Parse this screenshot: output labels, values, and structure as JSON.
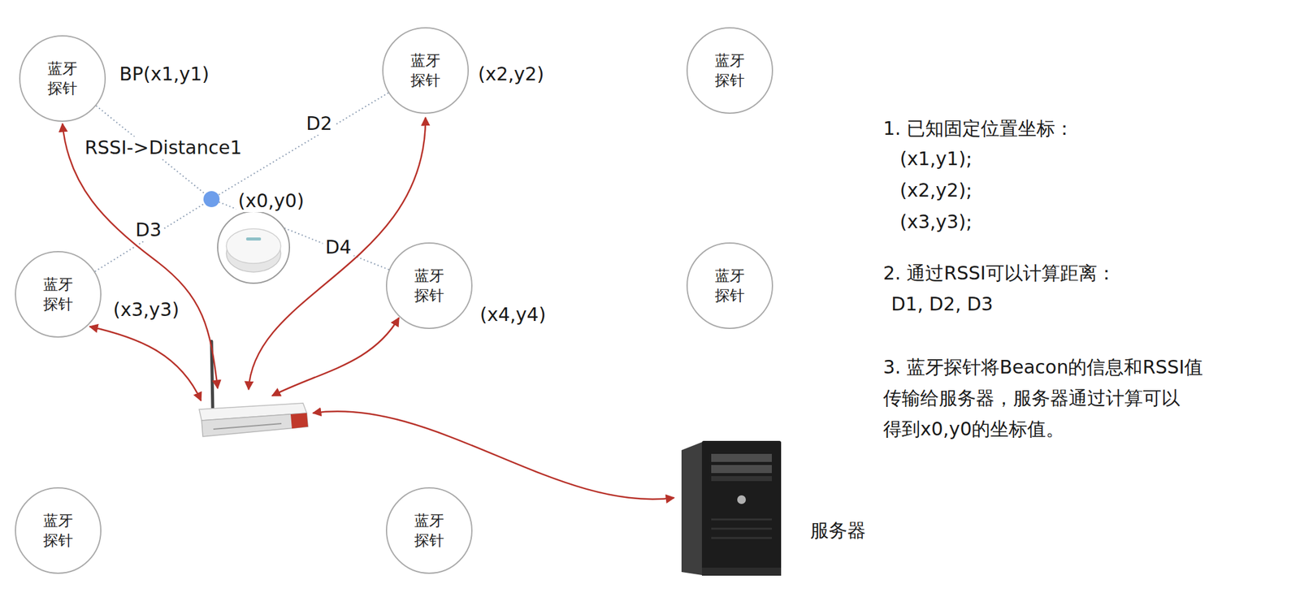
{
  "diagram": {
    "nodes": [
      {
        "text": [
          "蓝牙 探针",
          "BP(x1,y1)"
        ]
      },
      {
        "text": [
          "蓝牙 探针",
          "(x2,y2)"
        ]
      },
      {
        "text": [
          "蓝牙 探针"
        ]
      },
      {
        "text": [
          "(x0,y0)"
        ]
      },
      {
        "text": [
          "蓝牙 探针",
          "(x3,y3)"
        ]
      },
      {
        "text": [
          "蓝牙 探针",
          "(x4,y4)"
        ]
      },
      {
        "text": [
          "蓝牙 探针"
        ]
      },
      {
        "text": [
          "蓝牙 探针"
        ]
      },
      {
        "text": [
          "蓝牙 探针"
        ]
      },
      {
        "text": [
          "服务器"
        ]
      }
    ],
    "edges": [
      {
        "from": 0,
        "to": 3,
        "label": "RSSI->Distance1",
        "arrow": "none"
      },
      {
        "from": 1,
        "to": 3,
        "label": "D2",
        "arrow": "none"
      },
      {
        "from": 4,
        "to": 3,
        "label": "D3",
        "arrow": "none"
      },
      {
        "from": 5,
        "to": 3,
        "label": "D4",
        "arrow": "none"
      }
    ],
    "labels": [
      "1. 已知固定位置坐标：",
      "(x1,y1);",
      "(x2,y2);",
      "(x3,y3);",
      "2. 通过RSSI可以计算距离：",
      "D1, D2, D3",
      "3. 蓝牙探针将Beacon的信息和RSSI值 传输给服务器，服务器通过计算可以 得到x0,y0的坐标值。"
    ]
  }
}
